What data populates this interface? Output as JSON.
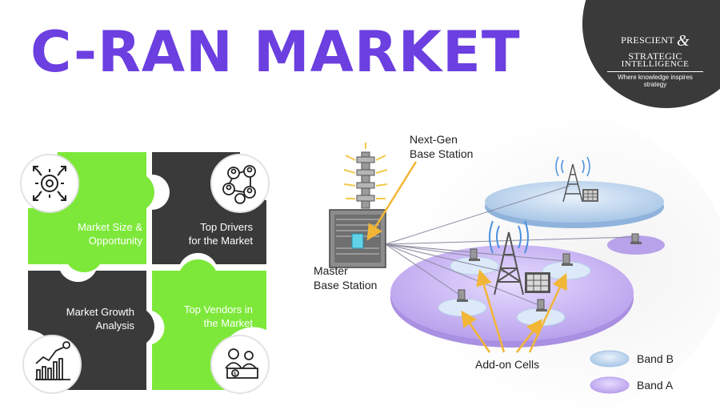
{
  "title": "C-RAN MARKET",
  "logo": {
    "line1_left": "PRESCIENT",
    "amp": "&",
    "line1_right": "STRATEGIC",
    "line2": "INTELLIGENCE",
    "tagline": "Where knowledge inspires strategy"
  },
  "puzzle": {
    "top_left": {
      "line1": "Market Size &",
      "line2": "Opportunity"
    },
    "top_right": {
      "line1": "Top Drivers",
      "line2": "for the Market"
    },
    "bottom_left": {
      "line1": "Market Growth",
      "line2": "Analysis"
    },
    "bottom_right": {
      "line1": "Top Vendors in",
      "line2": "the Market"
    }
  },
  "diagram": {
    "next_gen": {
      "line1": "Next-Gen",
      "line2": "Base Station"
    },
    "master": {
      "line1": "Master",
      "line2": "Base Station"
    },
    "add_on": "Add-on Cells",
    "legend": [
      {
        "label": "Band B",
        "color": "#a9cbea"
      },
      {
        "label": "Band A",
        "color": "#c9b6ef"
      }
    ]
  },
  "colors": {
    "title": "#6b3fe0",
    "green": "#7ee83a",
    "dark": "#3a3a3a",
    "arrow": "#f2b636",
    "logo_bg": "#3a3a3a"
  },
  "icons": [
    "gear-arrows-icon",
    "network-people-icon",
    "growth-chart-icon",
    "vendors-icon",
    "tower-icon",
    "building-icon"
  ]
}
